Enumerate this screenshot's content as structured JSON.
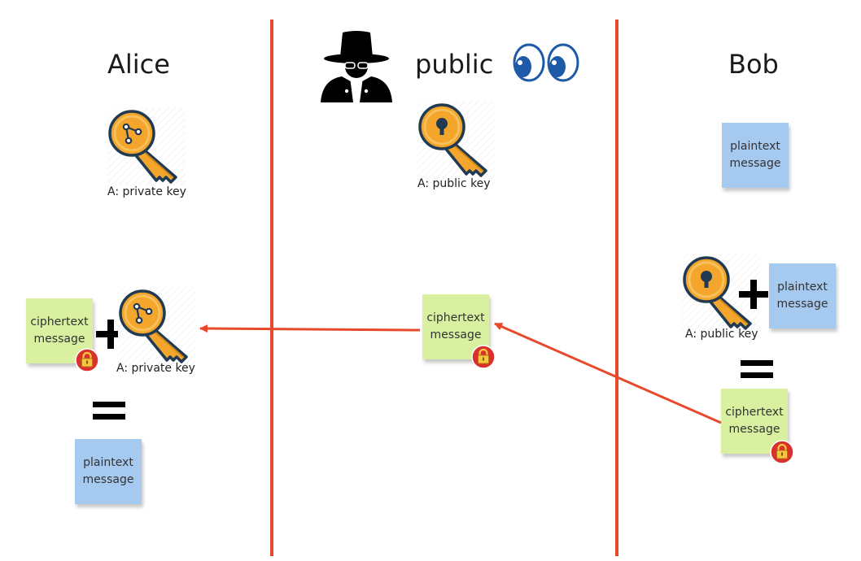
{
  "columns": {
    "alice": {
      "title": "Alice"
    },
    "public": {
      "title": "public"
    },
    "bob": {
      "title": "Bob"
    }
  },
  "alice": {
    "private_key_caption": "A: private key",
    "decrypt": {
      "ciphertext_line1": "ciphertext",
      "ciphertext_line2": "message",
      "key_caption": "A: private key",
      "result_line1": "plaintext",
      "result_line2": "message"
    }
  },
  "public": {
    "public_key_caption": "A: public key",
    "ciphertext_line1": "ciphertext",
    "ciphertext_line2": "message"
  },
  "bob": {
    "plaintext_line1": "plaintext",
    "plaintext_line2": "message",
    "encrypt": {
      "key_caption": "A: public key",
      "plaintext_line1": "plaintext",
      "plaintext_line2": "message",
      "result_line1": "ciphertext",
      "result_line2": "message"
    }
  },
  "colors": {
    "divider": "#e8492c",
    "arrow": "#e8492c",
    "key_fill": "#f3a52c",
    "key_outline": "#1f3a52",
    "note_blue": "#a6c9f0",
    "note_green": "#d8f0a0",
    "lock_red": "#d9312b"
  },
  "icons": {
    "spy": "spy-icon",
    "eyes": "eyes-icon",
    "private_key": "private-key-icon",
    "public_key": "public-key-icon",
    "lock": "lock-icon"
  }
}
